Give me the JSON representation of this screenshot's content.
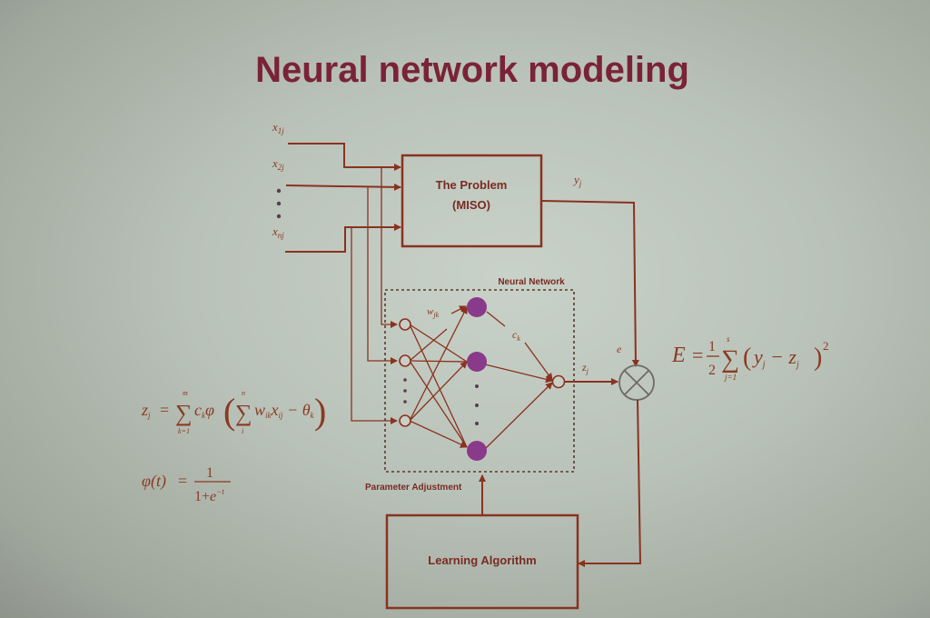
{
  "slide": {
    "title": "Neural network modeling"
  },
  "diagram": {
    "inputs": [
      "x1j",
      "x2j",
      "xnj"
    ],
    "problem_box": {
      "line1": "The Problem",
      "line2": "(MISO)"
    },
    "output_label": "yj",
    "network_label": "Neural Network",
    "weight_label": "wjk",
    "hidden_weight_label": "ck",
    "net_output_label": "zj",
    "error_label": "e",
    "parameter_label": "Parameter Adjustment",
    "learning_box": "Learning Algorithm",
    "colors": {
      "title": "#7a2336",
      "wires": "#8a3220",
      "hidden_nodes": "#8a3a8a",
      "background": "#c2cbc1"
    }
  },
  "equations": {
    "error": "E = 1/2 Σ_{j=1}^{s} (y_j − z_j)^2",
    "output": "z_j = Σ_{k=1}^{m} c_k φ( Σ_{i}^{n} w_{ik} x_{ij} − θ_k )",
    "sigmoid": "φ(t) = 1 / (1 + e^{−t})"
  }
}
